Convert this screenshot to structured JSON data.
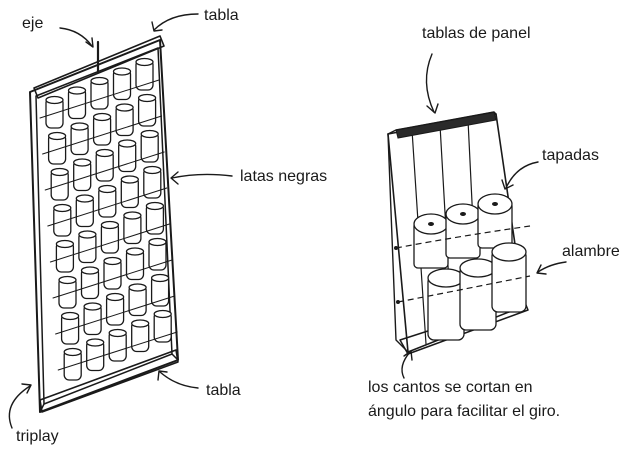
{
  "left_figure": {
    "labels": {
      "eje": "eje",
      "tabla_top": "tabla",
      "latas_negras": "latas negras",
      "tabla_bottom": "tabla",
      "triplay": "triplay"
    }
  },
  "right_figure": {
    "labels": {
      "tablas_de_panel": "tablas de panel",
      "tapadas": "tapadas",
      "alambre": "alambre",
      "caption_line1": "los cantos se cortan en",
      "caption_line2": "ángulo para facilitar el giro."
    }
  }
}
